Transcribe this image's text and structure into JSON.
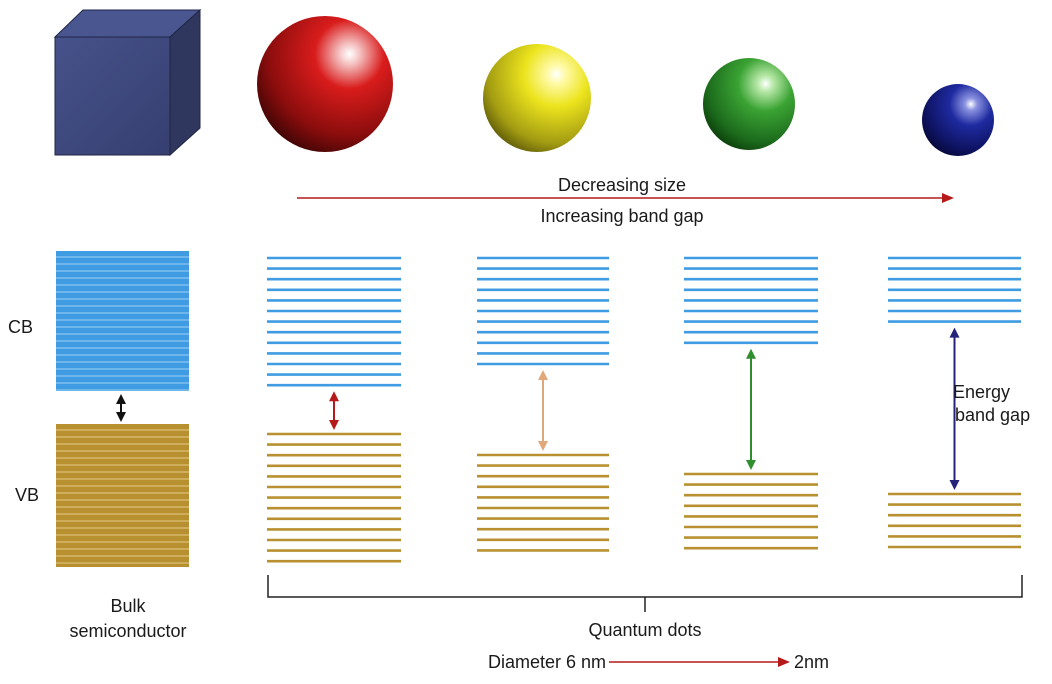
{
  "labels": {
    "decreasing_size": "Decreasing size",
    "increasing_band_gap": "Increasing band gap",
    "cb": "CB",
    "vb": "VB",
    "energy": "Energy",
    "band_gap": "band gap",
    "bulk": "Bulk",
    "semiconductor": "semiconductor",
    "quantum_dots": "Quantum dots",
    "diameter_start": "Diameter 6 nm",
    "diameter_end": "2nm"
  },
  "colors": {
    "cube": "#3b4678",
    "conduction_band": "#3f9ce3",
    "valence_band": "#b8902f",
    "size_arrow": "#b51a1a",
    "bulk_gap_arrow": "#111111",
    "dots": [
      "#c41818",
      "#e8e21c",
      "#2d9a2d",
      "#131a7a"
    ],
    "gap_arrows": [
      "#b51a1a",
      "#e0a77a",
      "#2f8f2f",
      "#23237a"
    ]
  }
}
